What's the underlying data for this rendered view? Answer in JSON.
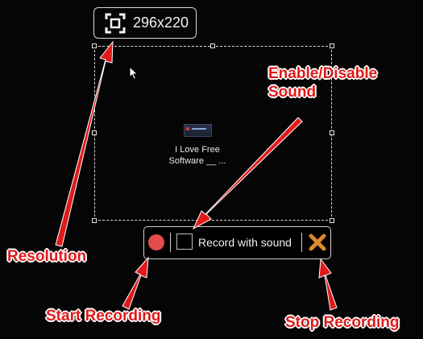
{
  "resolution": {
    "text": "296x220",
    "icon": "fullscreen-icon"
  },
  "desktop_shortcut": {
    "line1": "I Love Free",
    "line2": "Software __ ..."
  },
  "toolbar": {
    "record_label": "Record with sound",
    "start_icon": "record-circle-icon",
    "stop_icon": "close-x-icon",
    "sound_checked": false
  },
  "annotations": {
    "enable_line1": "Enable/Disable",
    "enable_line2": "Sound",
    "resolution": "Resolution",
    "start": "Start Recording",
    "stop": "Stop Recording"
  },
  "colors": {
    "annotation": "#e01a1a",
    "record": "#e34b4b",
    "stop": "#d98a2b",
    "background": "#050505"
  }
}
